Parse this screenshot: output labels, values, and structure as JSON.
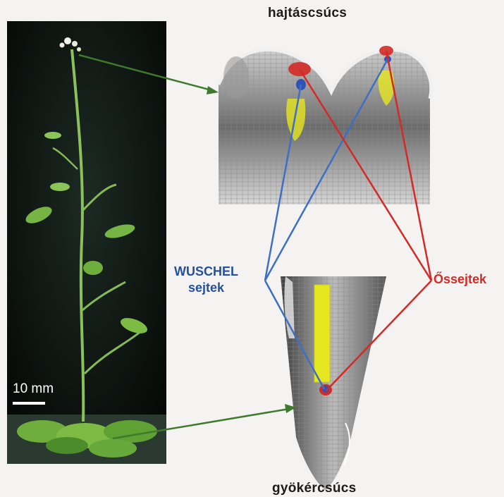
{
  "labels": {
    "shoot_tip": "hajtáscsúcs",
    "root_tip": "gyökércsúcs",
    "wuschel_line1": "WUSCHEL",
    "wuschel_line2": "sejtek",
    "stem_cells": "Őssejtek",
    "scale_bar": "10 mm"
  },
  "colors": {
    "wuschel_blue": "#3d6fc4",
    "stem_red": "#d42a25",
    "pointer_green": "#3f7a2c",
    "stem_cell_yellow": "#e6e621"
  }
}
